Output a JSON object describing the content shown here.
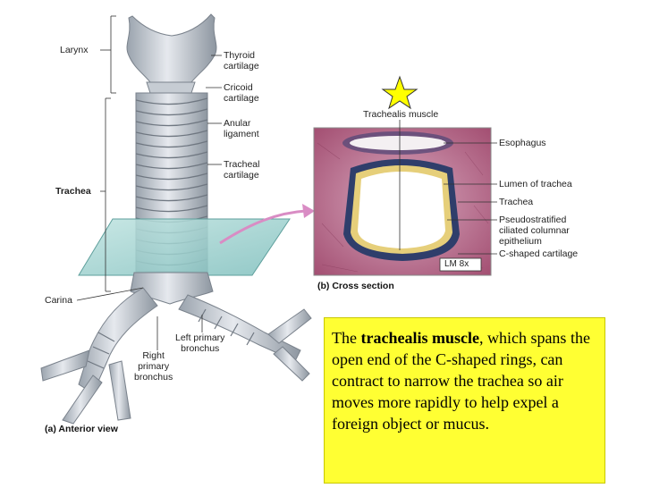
{
  "anterior_labels": {
    "larynx": "Larynx",
    "thyroid_cartilage": "Thyroid\ncartilage",
    "cricoid_cartilage": "Cricoid\ncartilage",
    "anular_ligament": "Anular\nligament",
    "tracheal_cartilage": "Tracheal\ncartilage",
    "trachea": "Trachea",
    "carina": "Carina",
    "left_primary_bronchus": "Left primary\nbronchus",
    "right_primary_bronchus": "Right\nprimary\nbronchus",
    "caption": "(a) Anterior view"
  },
  "cross_section_labels": {
    "trachealis_muscle": "Trachealis muscle",
    "esophagus": "Esophagus",
    "lumen_of_trachea": "Lumen of trachea",
    "trachea": "Trachea",
    "epithelium": "Pseudostratified\nciliated columnar\nepithelium",
    "c_shaped_cartilage": "C-shaped cartilage",
    "magnification": "LM 8x",
    "caption": "(b) Cross section"
  },
  "note": {
    "before": "The ",
    "bold": "trachealis muscle",
    "after": ", which spans the open end of the C-shaped rings, can contract to narrow the trachea so air moves more rapidly to help expel a foreign object or mucus."
  },
  "colors": {
    "note_background": "#ffff33",
    "star_fill": "#ffff00",
    "pointer_arrow": "#d98cc4",
    "cartilage": "#cfd5dc"
  }
}
